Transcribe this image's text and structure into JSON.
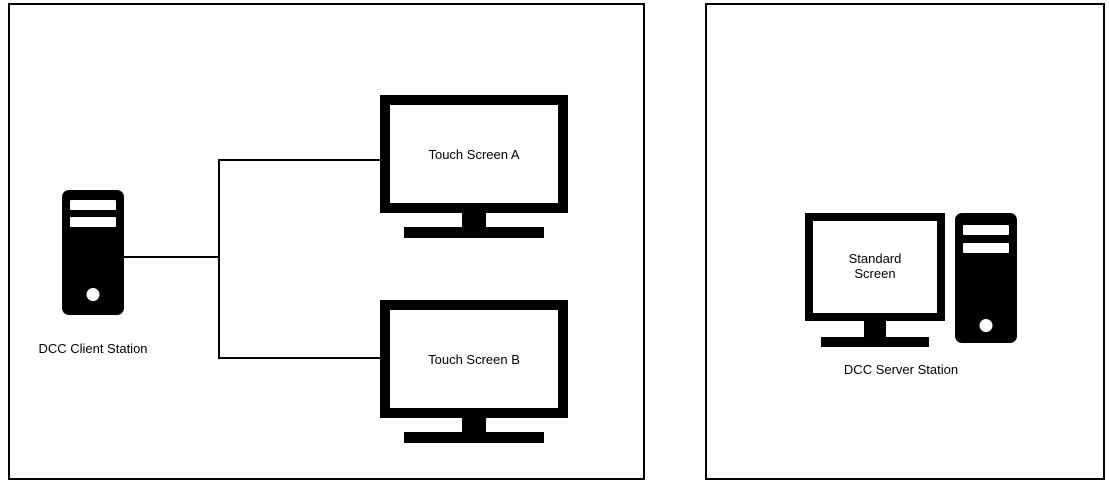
{
  "client": {
    "station_label": "DCC Client Station",
    "monitors": [
      {
        "label": "Touch Screen A"
      },
      {
        "label": "Touch Screen B"
      }
    ]
  },
  "server": {
    "monitor_label": "Standard Screen",
    "station_label": "DCC Server Station"
  },
  "icons": {
    "tower": "computer-tower (black case, two drive slots, round power button)",
    "monitor": "desktop-monitor (thick black bezel, neck and base stand)"
  },
  "colors": {
    "stroke": "#000000",
    "device_fill": "#000000",
    "background": "#ffffff"
  }
}
